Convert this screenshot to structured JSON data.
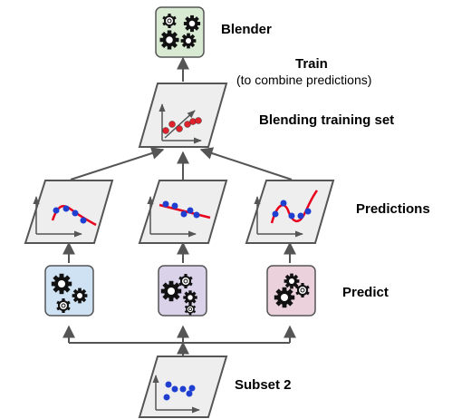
{
  "labels": {
    "blender": "Blender",
    "train_title": "Train",
    "train_subtitle": "(to combine predictions)",
    "blending_training_set": "Blending training set",
    "predictions": "Predictions",
    "predict": "Predict",
    "subset": "Subset 2"
  },
  "colors": {
    "blender_box": "#d9ead3",
    "predictor_1_box": "#cfe2f3",
    "predictor_2_box": "#d9d2e9",
    "predictor_3_box": "#ead1dc",
    "panel_fill": "#eeeeee",
    "outline": "#555555",
    "red_points": "#e0202a",
    "blue_points": "#1f3fd1",
    "fit_line": "#e8001c"
  },
  "icons": {
    "blender": "gears-icon",
    "predictors": [
      "gears-icon",
      "gears-icon",
      "gears-icon"
    ]
  }
}
